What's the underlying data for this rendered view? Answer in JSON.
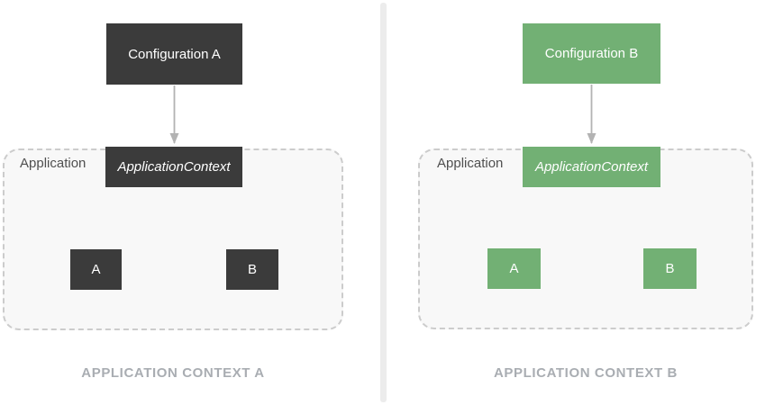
{
  "panels": [
    {
      "id": "context-a",
      "accent": "#3b3b3b",
      "config_label": "Configuration A",
      "container_label": "Application",
      "context_label": "ApplicationContext",
      "children": [
        "A",
        "B"
      ],
      "caption": "APPLICATION CONTEXT A"
    },
    {
      "id": "context-b",
      "accent": "#72b074",
      "config_label": "Configuration B",
      "container_label": "Application",
      "context_label": "ApplicationContext",
      "children": [
        "A",
        "B"
      ],
      "caption": "APPLICATION CONTEXT B"
    }
  ],
  "colors": {
    "arrow": "#b3b3b3",
    "container_border": "#cccccc",
    "container_fill": "#f8f8f8",
    "container_label": "#4f4f4f",
    "caption_text": "#a9adb2",
    "divider": "#ececec",
    "box_text": "#ffffff"
  }
}
